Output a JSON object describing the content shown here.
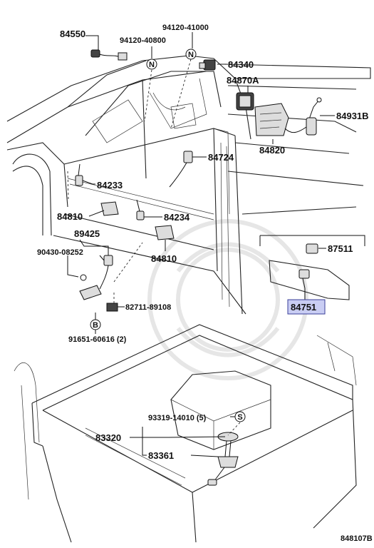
{
  "labels": {
    "p84550": "84550",
    "p94120_41000": "94120-41000",
    "p94120_40800": "94120-40800",
    "p84340": "84340",
    "p84870A": "84870A",
    "p84931B": "84931B",
    "p84820": "84820",
    "p84724": "84724",
    "p84233": "84233",
    "p84810a": "84810",
    "p84234": "84234",
    "p89425": "89425",
    "p90430": "90430-08252",
    "p84810b": "84810",
    "p87511": "87511",
    "p84751": "84751",
    "p82711": "82711-89108",
    "p91651": "91651-60616 (2)",
    "p93319": "93319-14010 (5)",
    "p83320": "83320",
    "p83361": "83361",
    "code": "848107B"
  },
  "markers": {
    "n1": "N",
    "n2": "N",
    "b": "B",
    "s": "S"
  },
  "colors": {
    "highlight_bg": "#c9cdf3",
    "highlight_border": "#3a3f99",
    "line": "#111111"
  }
}
